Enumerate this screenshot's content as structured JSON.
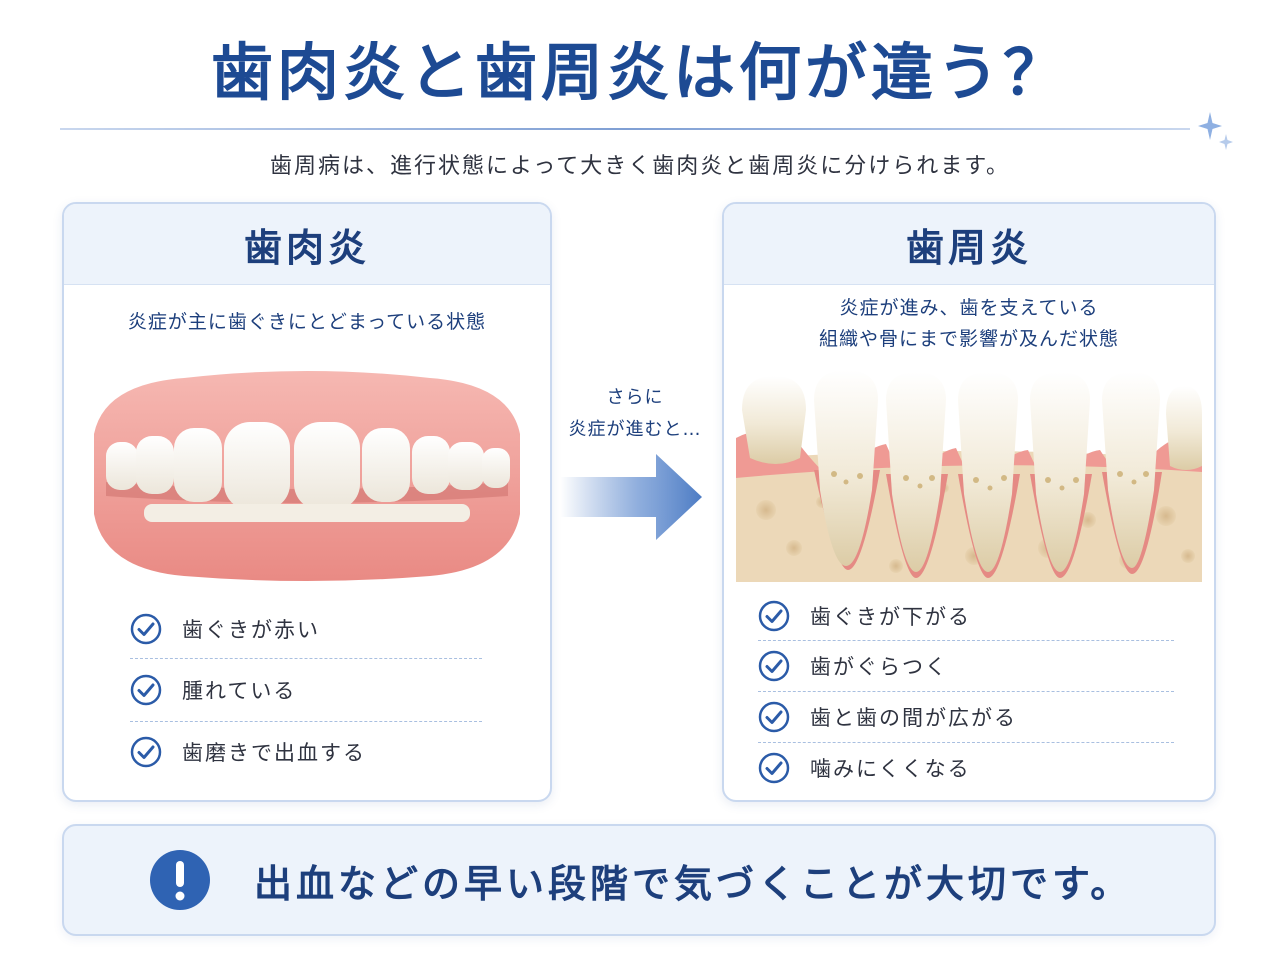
{
  "title": "歯肉炎と歯周炎は何が違う？",
  "subtitle": "歯周病は、進行状態によって大きく歯肉炎と歯周炎に分けられます。",
  "left_card": {
    "heading": "歯肉炎",
    "description_lines": [
      "炎症が主に歯ぐきにとどまっている状態"
    ],
    "symptoms": [
      "歯ぐきが赤い",
      "腫れている",
      "歯磨きで出血する"
    ]
  },
  "arrow": {
    "text_lines": [
      "さらに",
      "炎症が進むと…"
    ]
  },
  "right_card": {
    "heading": "歯周炎",
    "description_lines": [
      "炎症が進み、歯を支えている",
      "組織や骨にまで影響が及んだ状態"
    ],
    "symptoms": [
      "歯ぐきが下がる",
      "歯がぐらつく",
      "歯と歯の間が広がる",
      "噛みにくくなる"
    ]
  },
  "notice": {
    "text": "出血などの早い段階で気づくことが大切です。"
  },
  "colors": {
    "title": "#1d4a93",
    "accent": "#1d3f7c",
    "card_header_bg": "#edf3fb",
    "card_border": "#c9d8ef",
    "gum": "#ef9a94",
    "tooth": "#fbf8f1",
    "bone": "#ecd8b8"
  },
  "icons": [
    "sparkle-icon",
    "check-circle-icon",
    "right-arrow-icon",
    "exclamation-icon"
  ]
}
